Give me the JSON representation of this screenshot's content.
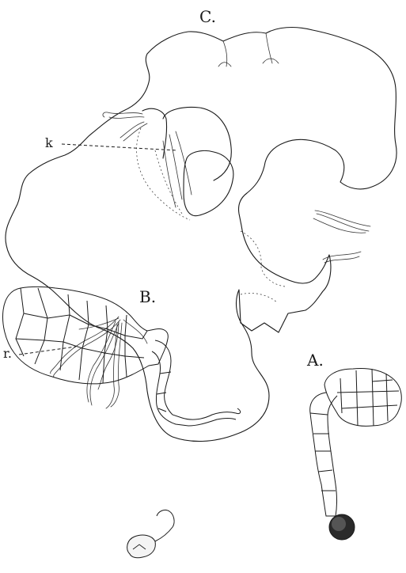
{
  "figure": {
    "labels": {
      "C": "C.",
      "A": "A.",
      "B": "B.",
      "k": "k",
      "r": "r."
    }
  }
}
